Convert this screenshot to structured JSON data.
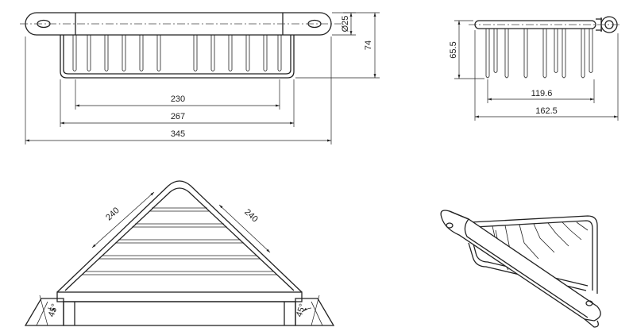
{
  "front_view": {
    "diameter_label": "Ø25",
    "height_label": "74",
    "width_230": "230",
    "width_267": "267",
    "width_345": "345"
  },
  "side_view": {
    "height_label": "65.5",
    "width_119": "119.6",
    "width_162": "162.5"
  },
  "plan_view": {
    "left_side_label": "240",
    "right_side_label": "240",
    "left_angle_label": "45°",
    "right_angle_label": "45°"
  }
}
